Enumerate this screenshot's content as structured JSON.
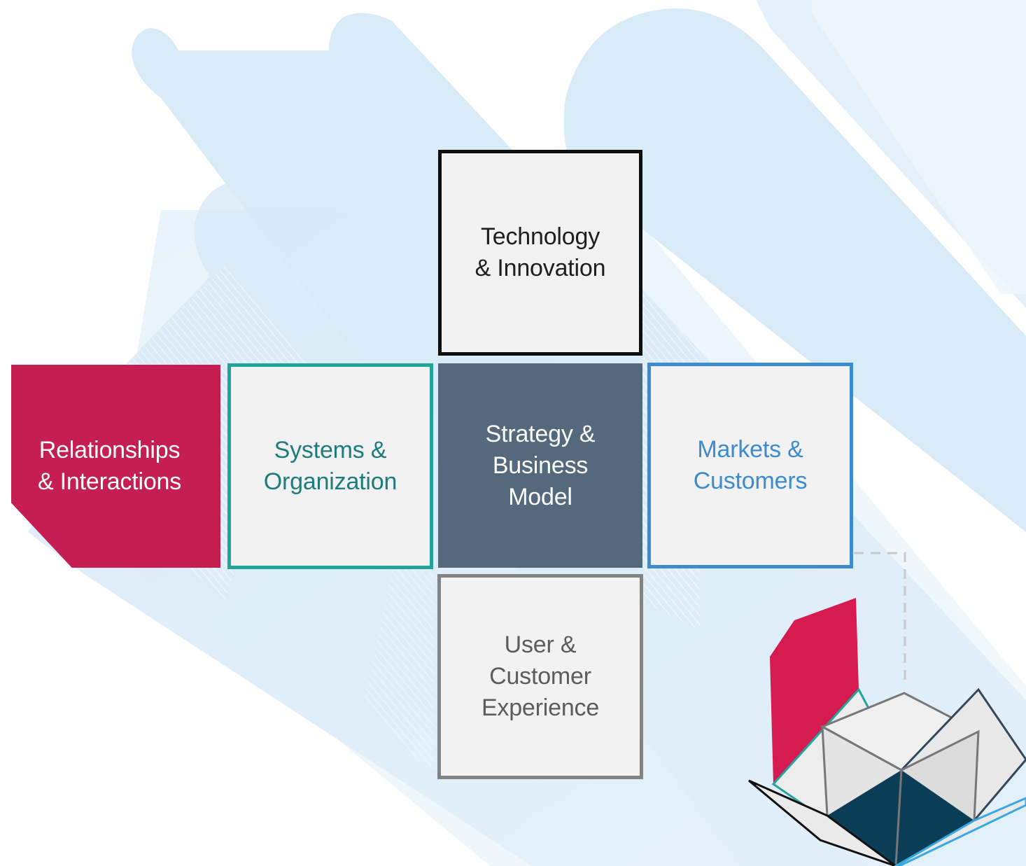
{
  "tiles": {
    "top": {
      "line1": "Technology",
      "line2": "& Innovation",
      "border_color": "#0e0e0e"
    },
    "left_outer": {
      "line1": "Relationships",
      "line2": "& Interactions",
      "fill_color": "#c41e52"
    },
    "left": {
      "line1": "Systems &",
      "line2": "Organization",
      "border_color": "#22a49a"
    },
    "center": {
      "line1": "Strategy &",
      "line2": "Business",
      "line3": "Model",
      "fill_color": "#55697c"
    },
    "right": {
      "line1": "Markets &",
      "line2": "Customers",
      "border_color": "#3d8cd0"
    },
    "bottom": {
      "line1": "User &",
      "line2": "Customer",
      "line3": "Experience",
      "border_color": "#828283"
    }
  },
  "colors": {
    "background_shapes": "#d9ebf7",
    "cube_base": "#0b3d57",
    "cube_flap_red": "#d51b50",
    "connector_dash": "#c8c8c8"
  }
}
